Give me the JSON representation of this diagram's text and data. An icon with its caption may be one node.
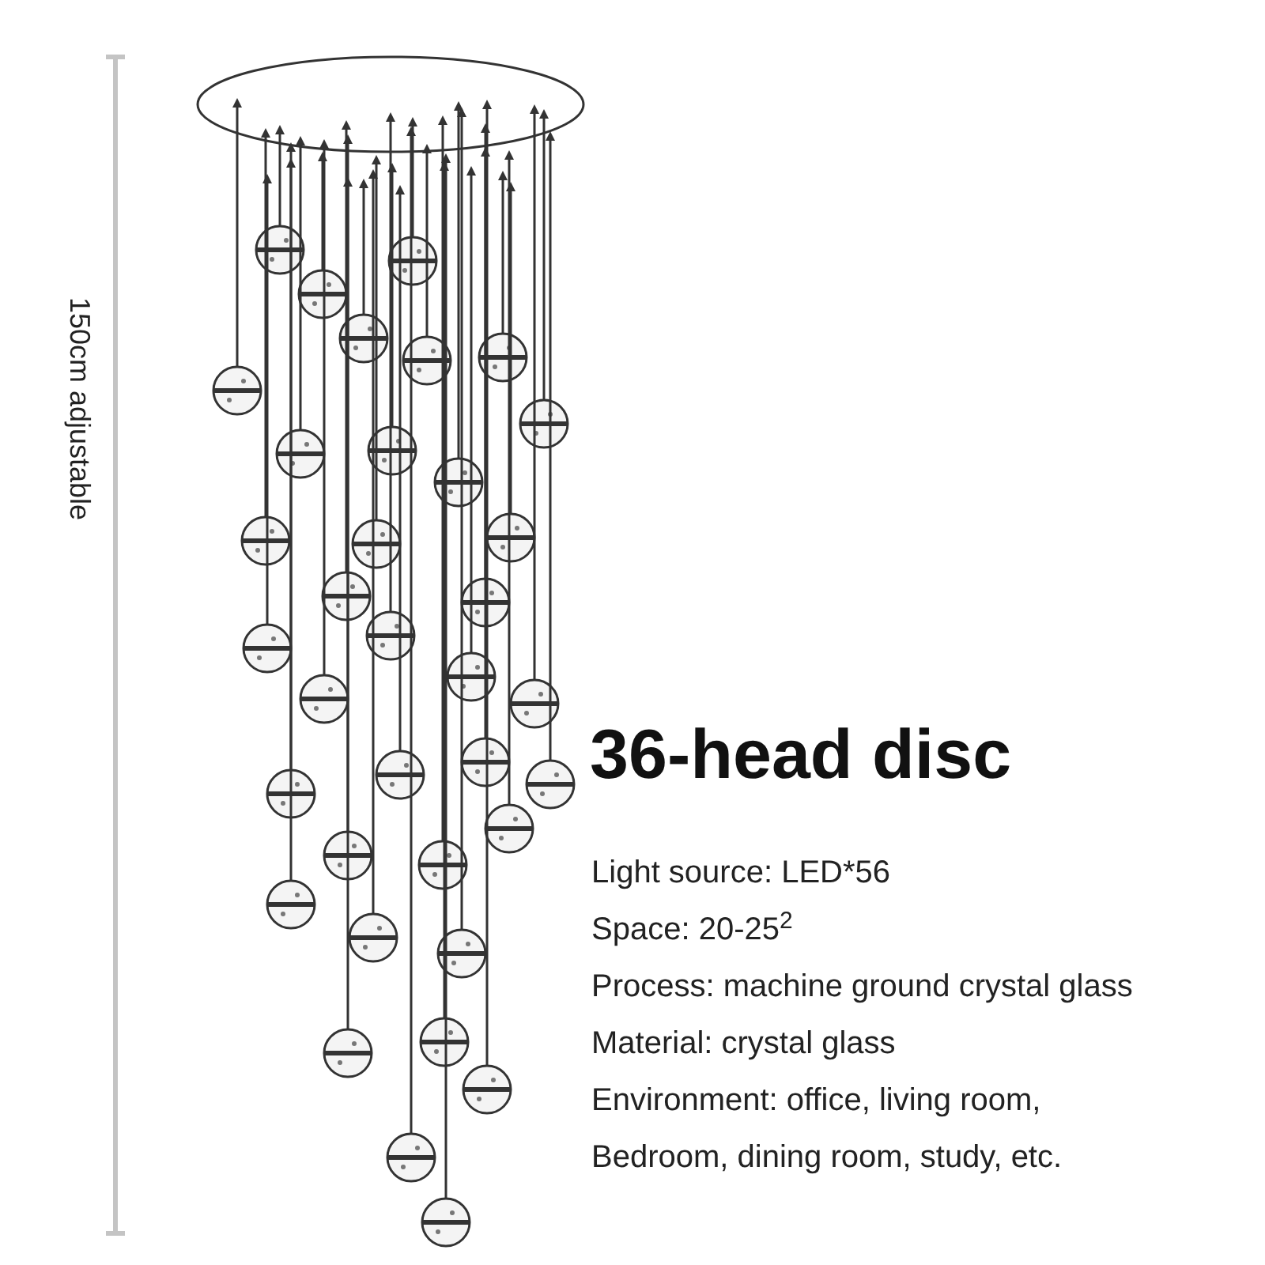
{
  "diagram": {
    "title": "36-head disc",
    "labels": [
      "150cm adjustable",
      "Light source: LED*56",
      "Space: 20-25$^{2}$",
      "Process: machine ground crystal glass",
      "Material: crystal glass",
      "Environment: office, living room,",
      "Bedroom, dining room, study, etc."
    ]
  }
}
